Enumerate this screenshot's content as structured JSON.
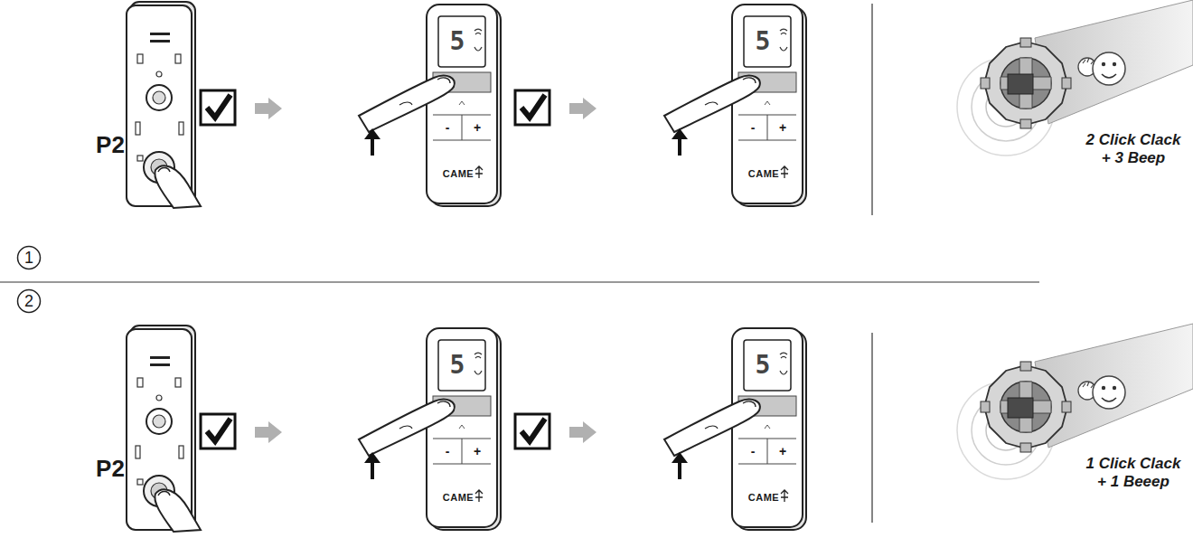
{
  "diagram": {
    "labels": [
      "P2",
      "5",
      "-",
      "+",
      "CAME",
      "5",
      "-",
      "+",
      "CAME",
      "2 Click Clack + 3 Beep",
      "1",
      "2",
      "P2",
      "5",
      "-",
      "+",
      "CAME",
      "5",
      "-",
      "+",
      "CAME",
      "1 Click Clack + 1 Beeep"
    ]
  }
}
